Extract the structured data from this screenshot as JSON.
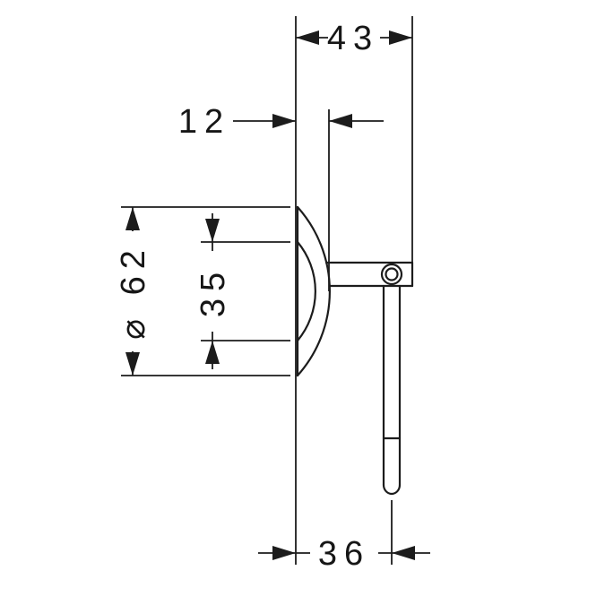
{
  "page": {
    "background": "#ffffff",
    "line_color": "#1c1c1c"
  },
  "drawing": {
    "type": "technical-dimension-drawing",
    "subject": "wall-mounted holder with round wall plate and hanging rod, side elevation",
    "units": "mm",
    "dimensions": {
      "overall_depth": "43",
      "plate_depth": "12",
      "plate_diameter": "⌀ 62",
      "inner_height": "35",
      "rod_to_wall": "36"
    }
  }
}
